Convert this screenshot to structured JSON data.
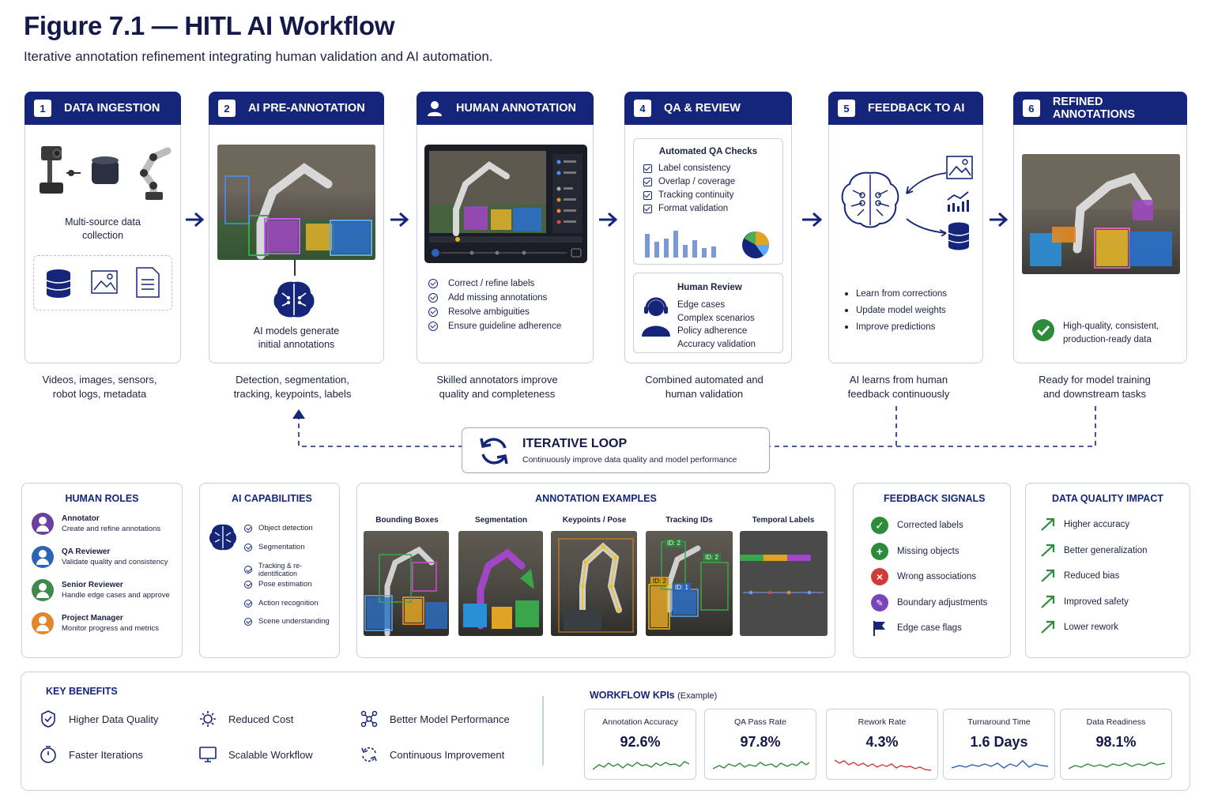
{
  "header": {
    "title": "Figure 7.1 — HITL AI Workflow",
    "subtitle": "Iterative annotation refinement integrating human validation and AI automation."
  },
  "stages": [
    {
      "num": "1",
      "title": "DATA INGESTION",
      "caption": "Multi-source data collection",
      "desc_line1": "Videos, images, sensors,",
      "desc_line2": "robot logs, metadata"
    },
    {
      "num": "2",
      "title": "AI PRE-ANNOTATION",
      "caption_line1": "AI models generate",
      "caption_line2": "initial annotations",
      "desc_line1": "Detection, segmentation,",
      "desc_line2": "tracking, keypoints, labels"
    },
    {
      "num": "",
      "title": "HUMAN ANNOTATION",
      "items": [
        "Correct / refine labels",
        "Add missing annotations",
        "Resolve ambiguities",
        "Ensure guideline adherence"
      ],
      "desc_line1": "Skilled annotators improve",
      "desc_line2": "quality and completeness"
    },
    {
      "num": "4",
      "title": "QA & REVIEW",
      "auto_title": "Automated QA Checks",
      "auto_items": [
        "Label consistency",
        "Overlap / coverage",
        "Tracking continuity",
        "Format validation"
      ],
      "human_title": "Human Review",
      "human_items": [
        "Edge cases",
        "Complex scenarios",
        "Policy adherence",
        "Accuracy validation"
      ],
      "desc_line1": "Combined automated and",
      "desc_line2": "human validation"
    },
    {
      "num": "5",
      "title": "FEEDBACK TO AI",
      "items": [
        "Learn from corrections",
        "Update model weights",
        "Improve predictions"
      ],
      "desc_line1": "AI learns from human",
      "desc_line2": "feedback continuously"
    },
    {
      "num": "6",
      "title": "REFINED ANNOTATIONS",
      "caption_line1": "High-quality, consistent,",
      "caption_line2": "production-ready data",
      "desc_line1": "Ready for model training",
      "desc_line2": "and downstream tasks"
    }
  ],
  "loop": {
    "title": "ITERATIVE LOOP",
    "subtitle": "Continuously improve data quality and model performance"
  },
  "human_roles": {
    "title": "HUMAN ROLES",
    "roles": [
      {
        "name": "Annotator",
        "desc": "Create and refine annotations",
        "color": "#6b3fa0"
      },
      {
        "name": "QA Reviewer",
        "desc": "Validate quality and consistency",
        "color": "#2d63b5"
      },
      {
        "name": "Senior Reviewer",
        "desc": "Handle edge cases and approve",
        "color": "#3d8a4a"
      },
      {
        "name": "Project Manager",
        "desc": "Monitor progress and metrics",
        "color": "#e2862a"
      }
    ]
  },
  "ai_capabilities": {
    "title": "AI CAPABILITIES",
    "items": [
      "Object detection",
      "Segmentation",
      "Tracking & re-identification",
      "Pose estimation",
      "Action recognition",
      "Scene understanding"
    ]
  },
  "annotation_examples": {
    "title": "ANNOTATION EXAMPLES",
    "labels": [
      "Bounding Boxes",
      "Segmentation",
      "Keypoints / Pose",
      "Tracking IDs",
      "Temporal Labels"
    ],
    "tracking_tags": [
      "ID: 2",
      "ID: 2",
      "ID: 2",
      "ID: 1"
    ]
  },
  "feedback_signals": {
    "title": "FEEDBACK SIGNALS",
    "items": [
      "Corrected labels",
      "Missing objects",
      "Wrong associations",
      "Boundary adjustments",
      "Edge case flags"
    ]
  },
  "data_quality": {
    "title": "DATA QUALITY IMPACT",
    "items": [
      "Higher accuracy",
      "Better generalization",
      "Reduced bias",
      "Improved safety",
      "Lower rework"
    ]
  },
  "benefits": {
    "title": "KEY BENEFITS",
    "items": [
      "Higher Data Quality",
      "Reduced Cost",
      "Better Model Performance",
      "Faster Iterations",
      "Scalable Workflow",
      "Continuous Improvement"
    ]
  },
  "kpis": {
    "title": "WORKFLOW KPIs",
    "title_note": "(Example)",
    "items": [
      {
        "label": "Annotation Accuracy",
        "value": "92.6%",
        "color": "#2e8b3a"
      },
      {
        "label": "QA Pass Rate",
        "value": "97.8%",
        "color": "#2e8b3a"
      },
      {
        "label": "Rework Rate",
        "value": "4.3%",
        "color": "#d23a3a"
      },
      {
        "label": "Turnaround Time",
        "value": "1.6 Days",
        "color": "#2d63b5"
      },
      {
        "label": "Data Readiness",
        "value": "98.1%",
        "color": "#2e8b3a"
      }
    ]
  }
}
